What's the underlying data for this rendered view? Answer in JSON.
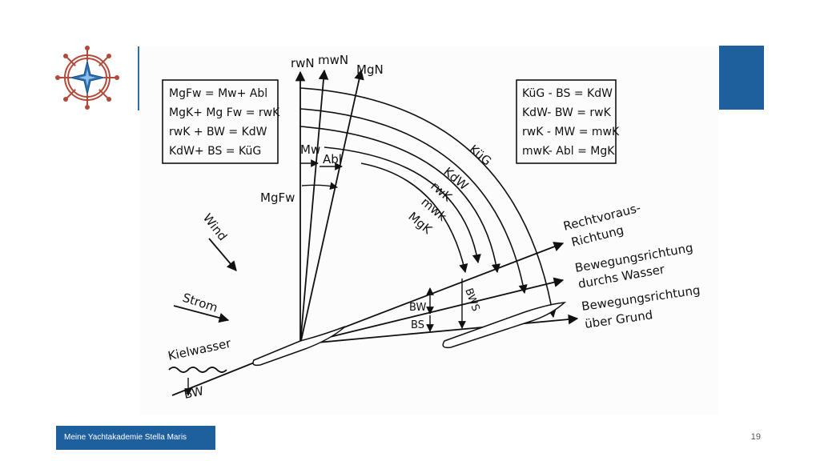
{
  "footer": {
    "org": "Meine Yachtakademie Stella Maris",
    "page": "19"
  },
  "colors": {
    "accent": "#1e5f9e"
  },
  "logo": {
    "icon": "ships-wheel-compass-rose-icon"
  },
  "diagram": {
    "formulas_left": [
      "MgFw = Mw+ Abl",
      "MgK+ Mg Fw = rwK",
      "rwK + BW    = KdW",
      "KdW+ BS     = KüG"
    ],
    "formulas_right": [
      "KüG - BS = KdW",
      "KdW- BW = rwK",
      "rwK - MW = mwK",
      "mwK- Abl = MgK"
    ],
    "north_labels": {
      "rwn": "rwN",
      "mwn": "mwN",
      "mgn": "MgN"
    },
    "angle_labels": {
      "mw": "Mw",
      "abl": "Abl",
      "mgfw": "MgFw"
    },
    "arc_labels": {
      "kug": "KüG",
      "kdw": "KdW",
      "rwk": "rwK",
      "mwk": "mwk",
      "mgk": "MgK"
    },
    "directions": {
      "heading_1": "Rechtvoraus-",
      "heading_2": "Richtung",
      "water_1": "Bewegungsrichtung",
      "water_2": "durchs Wasser",
      "ground_1": "Bewegungsrichtung",
      "ground_2": "über Grund"
    },
    "forces": {
      "wind": "Wind",
      "strom": "Strom",
      "kielwasser": "Kielwasser"
    },
    "small_labels": {
      "bw": "BW",
      "bs": "BS",
      "bws": "BWS",
      "bw_bottom": "BW"
    }
  }
}
